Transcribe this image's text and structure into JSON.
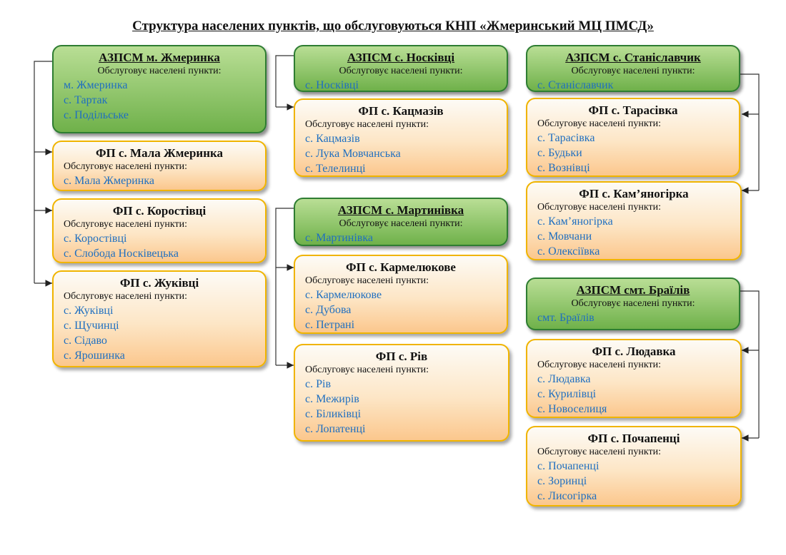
{
  "title": "Структура населених пунктів, що обслуговуються КНП «Жмеринський МЦ ПМСД»",
  "service_label": "Обслуговує населені пункти:",
  "colors": {
    "green_border": "#2e7d32",
    "orange_border": "#f0b400",
    "item_text": "#1f6fc0"
  },
  "columns": [
    {
      "groups": [
        {
          "head": {
            "name": "АЗПСМ м. Жмеринка",
            "items": [
              "м. Жмеринка",
              "с. Тартак",
              "с. Подільське"
            ]
          },
          "branches": [
            {
              "name": "ФП с. Мала Жмеринка",
              "items": [
                "с. Мала Жмеринка"
              ]
            },
            {
              "name": "ФП с. Коростівці",
              "items": [
                "с. Коростівці",
                "с. Слобода Носківецька"
              ]
            },
            {
              "name": "ФП с. Жуківці",
              "items": [
                "с. Жуківці",
                "с. Щучинці",
                "с. Сідаво",
                "с. Ярошинка"
              ]
            }
          ]
        }
      ]
    },
    {
      "groups": [
        {
          "head": {
            "name": "АЗПСМ с. Носківці",
            "items": [
              "с. Носківці"
            ]
          },
          "branches": [
            {
              "name": "ФП с. Кацмазів",
              "items": [
                "с. Кацмазів",
                "с. Лука Мовчанська",
                "с. Телелинці"
              ]
            }
          ]
        },
        {
          "head": {
            "name": "АЗПСМ с. Мартинівка",
            "items": [
              "с. Мартинівка"
            ]
          },
          "branches": [
            {
              "name": "ФП с. Кармелюкове",
              "items": [
                "с. Кармелюкове",
                "с. Дубова",
                "с. Петрані"
              ]
            },
            {
              "name": "ФП с. Рів",
              "items": [
                "с. Рів",
                "с. Межирів",
                "с. Біликівці",
                "с. Лопатенці"
              ]
            }
          ]
        }
      ]
    },
    {
      "groups": [
        {
          "head": {
            "name": "АЗПСМ с. Станіславчик",
            "items": [
              "с. Станіславчик"
            ]
          },
          "branches": [
            {
              "name": "ФП с. Тарасівка",
              "items": [
                "с. Тарасівка",
                "с. Будьки",
                "с. Вознівці"
              ]
            },
            {
              "name": "ФП с. Кам’яногірка",
              "items": [
                "с. Кам’яногірка",
                "с. Мовчани",
                "с. Олексіївка"
              ]
            }
          ]
        },
        {
          "head": {
            "name": "АЗПСМ смт. Браїлів",
            "items": [
              "смт. Браїлів"
            ]
          },
          "branches": [
            {
              "name": "ФП с. Людавка",
              "items": [
                "с. Людавка",
                "с. Курилівці",
                "с. Новоселиця"
              ]
            },
            {
              "name": "ФП с. Почапенці",
              "items": [
                "с. Почапенці",
                "с. Зоринці",
                "с. Лисогірка"
              ]
            }
          ]
        }
      ]
    }
  ]
}
